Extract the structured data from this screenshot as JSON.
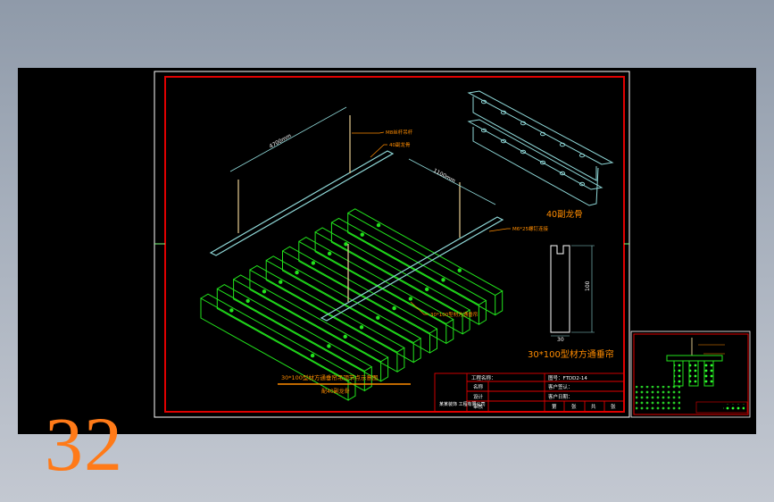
{
  "page_number": "32",
  "drawing": {
    "dim_length": "4700mm",
    "dim_width": "1100mm",
    "callouts": {
      "hanger": "M8丝杆吊杆",
      "main_keel": "40副龙骨",
      "connector": "M6*25螺钉连接",
      "panel": "30*100型材方通垂帘"
    },
    "detail_keel_label": "40副龙骨",
    "detail_profile_label": "30*100型材方通垂帘",
    "profile_dims": {
      "height": "100",
      "width": "30"
    },
    "title_main": "30*100型材方通垂帘吊顶节点示意图",
    "title_sub": "配40副龙骨",
    "titleblock": {
      "project": "工程名称：",
      "drawing_no": "图号：FTDD2-14",
      "name_label": "名称",
      "customer_confirm": "客户签认：",
      "design_label": "设计",
      "customer_date": "客户日期：",
      "check_label": "审核",
      "cells": [
        "第",
        "张",
        "共",
        "张"
      ],
      "logo": "某某装饰\n工程有限公司"
    }
  },
  "colors": {
    "frame": "#e00000",
    "outer_frame": "#ffffff",
    "panels": "#22e41c",
    "hanger": "#d8c088",
    "keel": "#8fd8d8",
    "dims": "#8fd8d8",
    "labels": "#ff8c00",
    "page_number": "#ff7a18"
  }
}
